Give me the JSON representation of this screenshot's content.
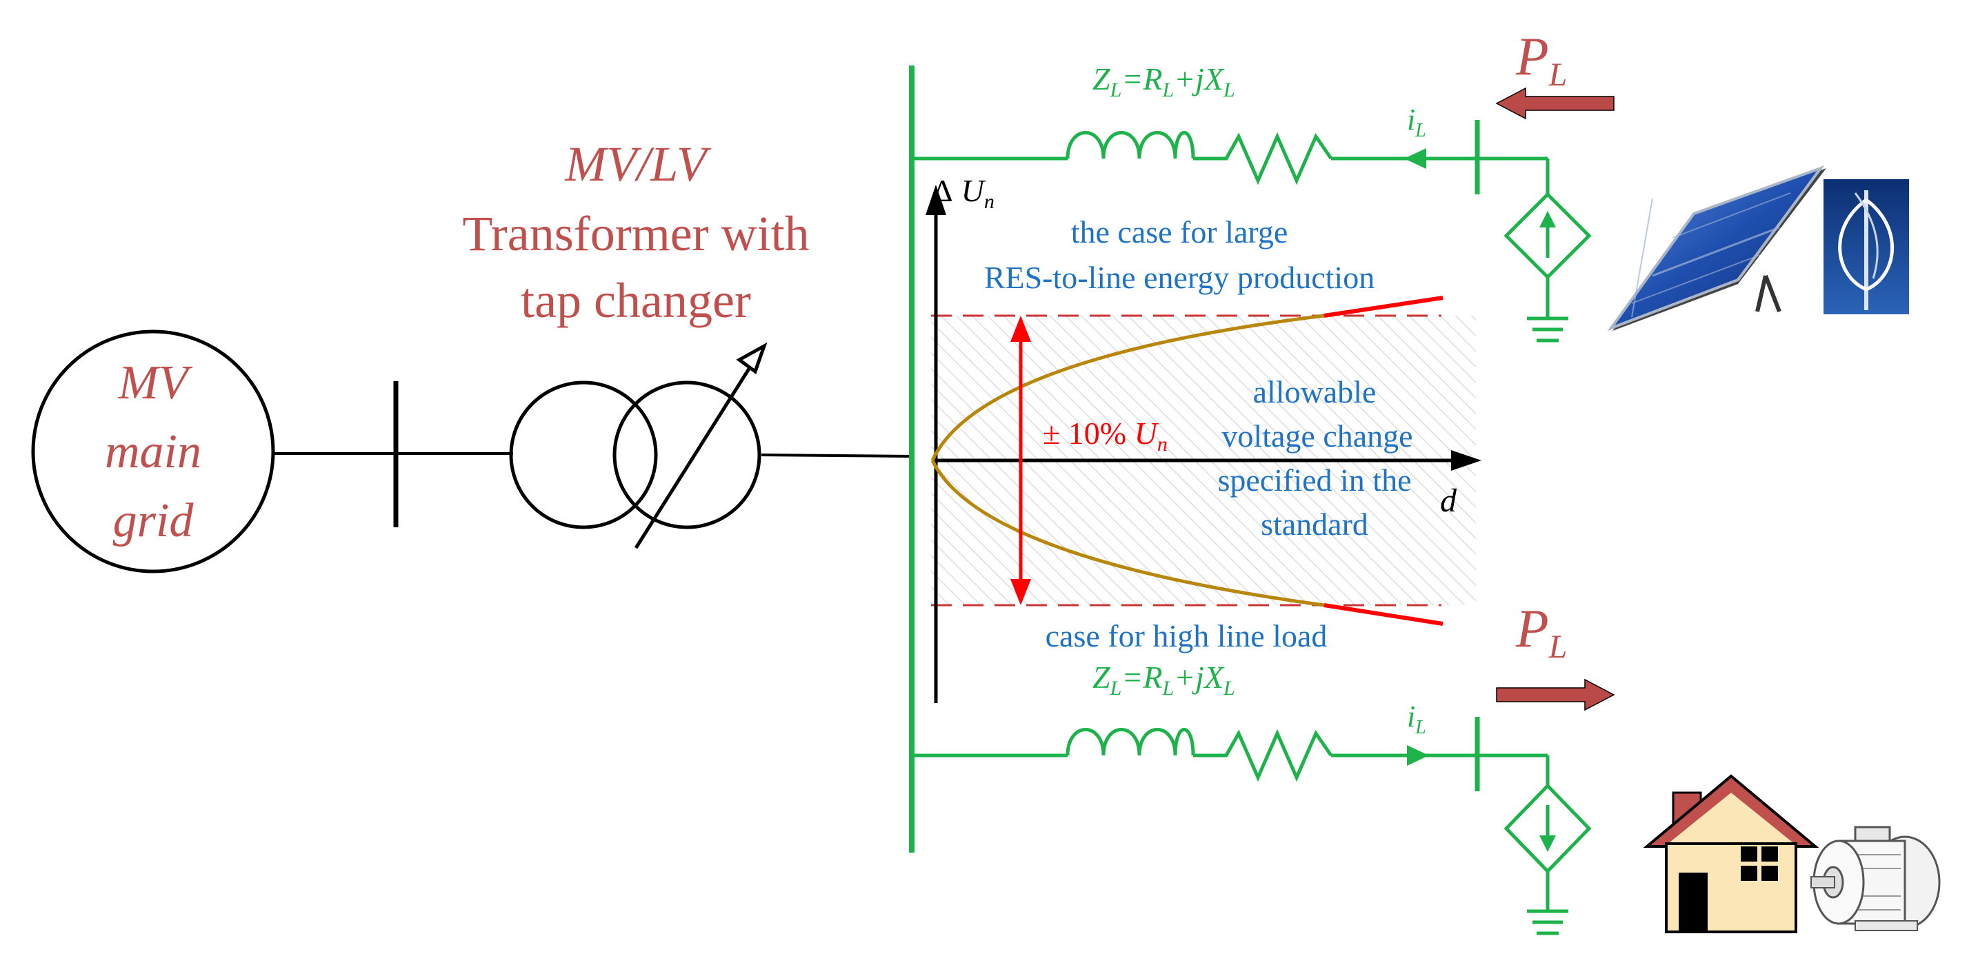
{
  "grid": {
    "line1": "MV",
    "line2": "main",
    "line3": "grid"
  },
  "transformer": {
    "line1": "MV/LV",
    "line2": "Transformer with",
    "line3": "tap changer"
  },
  "top_branch": {
    "impedance": {
      "z": "Z",
      "z_sub": "L",
      "eq": "=",
      "r": "R",
      "r_sub": "L",
      "plus_j": "+jX",
      "x_sub": "L"
    },
    "current": {
      "main": "i",
      "sub": "L"
    },
    "power": {
      "main": "P",
      "sub": "L"
    }
  },
  "bottom_branch": {
    "impedance": {
      "z": "Z",
      "z_sub": "L",
      "eq": "=",
      "r": "R",
      "r_sub": "L",
      "plus_j": "+jX",
      "x_sub": "L"
    },
    "current": {
      "main": "i",
      "sub": "L"
    },
    "power": {
      "main": "P",
      "sub": "L"
    }
  },
  "plot": {
    "y_axis": {
      "delta": "Δ",
      "u": "U",
      "sub": "n"
    },
    "x_axis": "d",
    "top_note_1": "the case for large",
    "top_note_2": "RES-to-line energy production",
    "band_pct": "± 10% ",
    "band_u": "U",
    "band_sub": "n",
    "band_text_1": "allowable",
    "band_text_2": "voltage change",
    "band_text_3": "specified in the",
    "band_text_4": "standard",
    "bottom_note": "case for high line load"
  },
  "colors": {
    "grid_text": "#c0504d",
    "bus_green": "#1db34a",
    "note_blue": "#1f73c4",
    "limit_red": "#ff0000",
    "curve_gold": "#b8860b",
    "power_arrow": "#b94a48"
  }
}
